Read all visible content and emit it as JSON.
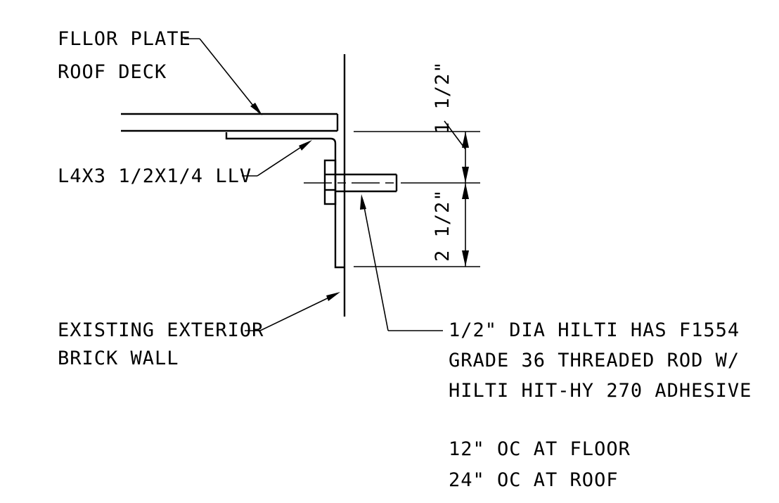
{
  "labels": {
    "floor_plate": "FLLOR PLATE",
    "roof_deck": "ROOF DECK",
    "angle": "L4X3 1/2X1/4 LLV",
    "wall_line1": "EXISTING EXTERIOR",
    "wall_line2": "BRICK WALL",
    "rod_line1": "1/2\" DIA HILTI HAS F1554",
    "rod_line2": "GRADE 36 THREADED ROD W/",
    "rod_line3": "HILTI HIT-HY 270 ADHESIVE",
    "spacing_floor": "12\" OC AT FLOOR",
    "spacing_roof": "24\" OC AT ROOF"
  },
  "dimensions": {
    "upper": "1 1/2\"",
    "lower": "2 1/2\""
  }
}
